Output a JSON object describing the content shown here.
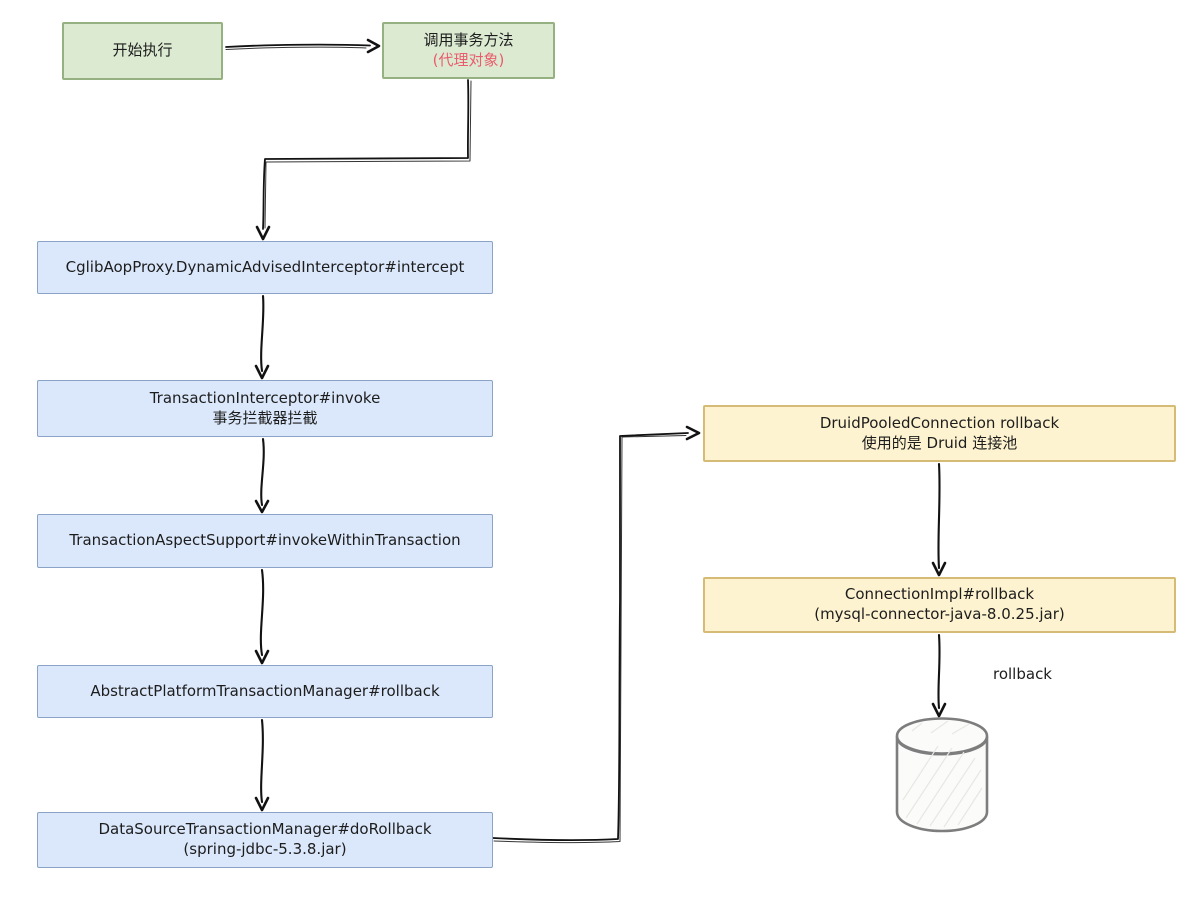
{
  "diagram": {
    "nodes": {
      "start": {
        "line1": "开始执行"
      },
      "proxy": {
        "line1": "调用事务方法",
        "line2": "(代理对象)"
      },
      "cglib": {
        "line1": "CglibAopProxy.DynamicAdvisedInterceptor#intercept"
      },
      "interceptor": {
        "line1": "TransactionInterceptor#invoke",
        "line2": "事务拦截器拦截"
      },
      "aspect": {
        "line1": "TransactionAspectSupport#invokeWithinTransaction"
      },
      "abstract": {
        "line1": "AbstractPlatformTransactionManager#rollback"
      },
      "datasource": {
        "line1": "DataSourceTransactionManager#doRollback",
        "line2": "(spring-jdbc-5.3.8.jar)"
      },
      "druid": {
        "line1": "DruidPooledConnection rollback",
        "line2": "使用的是 Druid 连接池"
      },
      "connection": {
        "line1": "ConnectionImpl#rollback",
        "line2": "(mysql-connector-java-8.0.25.jar)"
      }
    },
    "labels": {
      "rollback": "rollback"
    },
    "icons": {
      "database": "database-cylinder-icon"
    },
    "colors": {
      "green_fill": "#dcead2",
      "green_border": "#95b181",
      "blue_fill": "#dbe8fb",
      "blue_border": "#8aa3c6",
      "yellow_fill": "#fdf3d0",
      "yellow_border": "#d5bb75",
      "red_text": "#e95d6d",
      "arrow": "#121212",
      "cylinder_stroke": "#7d7d7d",
      "cylinder_fill": "#fbfbfa",
      "cylinder_hatch": "#e7e7e3"
    }
  }
}
